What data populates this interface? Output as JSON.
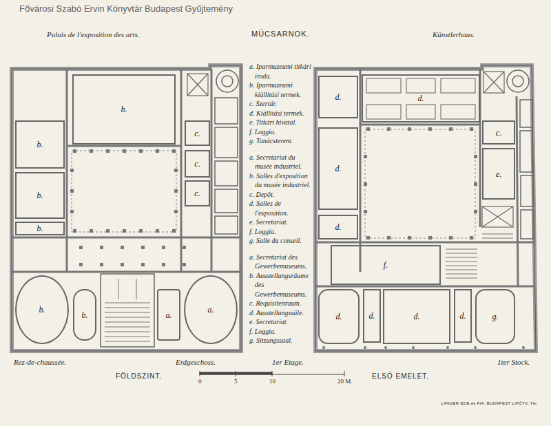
{
  "diagram": {
    "title": "MŰCSARNOK.",
    "nodes": [
      {
        "text": [
          "b."
        ]
      },
      {
        "text": [
          "b."
        ]
      },
      {
        "text": [
          "b."
        ]
      },
      {
        "text": [
          "b."
        ]
      },
      {
        "text": [
          "c."
        ]
      },
      {
        "text": [
          "c."
        ]
      },
      {
        "text": [
          "c."
        ]
      },
      {
        "text": [
          "b."
        ]
      },
      {
        "text": [
          "b."
        ]
      },
      {
        "text": [
          "a."
        ]
      },
      {
        "text": [
          "a."
        ]
      },
      {
        "text": [
          "d."
        ]
      },
      {
        "text": [
          "d."
        ]
      },
      {
        "text": [
          "c."
        ]
      },
      {
        "text": [
          "e."
        ]
      },
      {
        "text": [
          "d."
        ]
      },
      {
        "text": [
          "d."
        ]
      },
      {
        "text": [
          "f."
        ]
      },
      {
        "text": [
          "d."
        ]
      },
      {
        "text": [
          "d."
        ]
      },
      {
        "text": [
          "d."
        ]
      },
      {
        "text": [
          "d."
        ]
      },
      {
        "text": [
          "g."
        ]
      }
    ],
    "labels": [
      "Fővárosi Szabó Ervin Könyvtár Budapest Gyűjtemény",
      "Palais de l'exposition des arts.",
      "Künstlerhaus.",
      "a. Iparmuzeumi titkári iroda.",
      "b. Iparmuzeumi kiállitási termek.",
      "c. Szertár.",
      "d. Kiállitási termek.",
      "e. Titkári hivatal.",
      "f. Loggia.",
      "g. Tanácsterem.",
      "a. Secretariat du musée industriel.",
      "b. Salles d'exposition du musée industriel.",
      "c. Depôt.",
      "d. Salles de l'exposition.",
      "e. Secretariat.",
      "f. Loggia.",
      "g. Salle du conseil.",
      "a. Secretariat des Gewerbemuseums.",
      "b. Ausstellungsräume des Gewerbemuseums.",
      "c. Requisitenraum.",
      "d. Ausstellungssäle.",
      "e. Secretariat.",
      "f. Loggia.",
      "g. Sitzungssaal.",
      "Rez-de-chaussée.",
      "Erdgeschoss.",
      "FÖLDSZINT.",
      "1er Etage.",
      "ELSŐ EMELET.",
      "1ter Stock.",
      "0",
      "5",
      "10",
      "20 M.",
      "LANGER EDE és FIA. BUDAPEST LIPÓTV. Tér"
    ]
  }
}
